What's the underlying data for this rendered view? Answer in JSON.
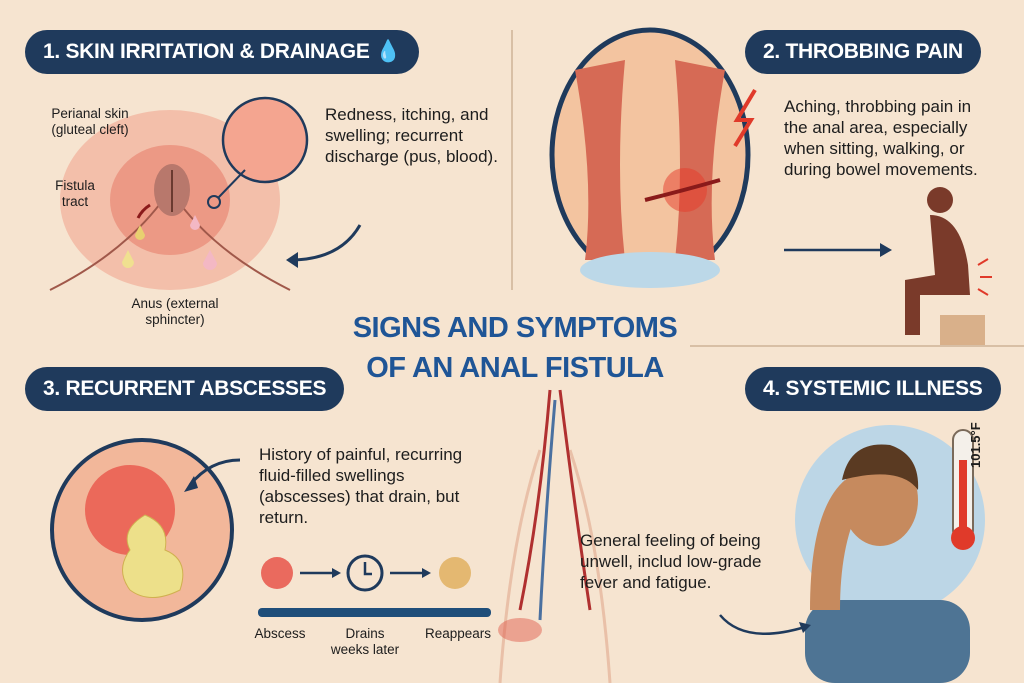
{
  "title": {
    "line1": "SIGNS AND SYMPTOMS",
    "line2": "OF AN ANAL FISTULA"
  },
  "sections": [
    {
      "banner": "1. SKIN IRRITATION & DRAINAGE",
      "icon": "droplets-icon",
      "description": "Redness, itching, and swelling; recurrent discharge (pus, blood).",
      "labels": {
        "perianal": "Perianal skin (gluteal cleft)",
        "fistula": "Fistula tract",
        "anus": "Anus (external sphincter)"
      }
    },
    {
      "banner": "2. THROBBING PAIN",
      "icon": "lightning-icon",
      "description": "Aching, throbbing pain in the anal area, especially when sitting, walking, or during bowel movements."
    },
    {
      "banner": "3. RECURRENT ABSCESSES",
      "description": "History of painful, recurring fluid-filled swellings (abscesses) that drain, but return.",
      "timeline": {
        "step1": "Abscess",
        "step2": "Drains weeks later",
        "step3": "Reappears"
      }
    },
    {
      "banner": "4. SYSTEMIC ILLNESS",
      "icon": "thermometer-icon",
      "description": "General feeling of being unwell, includ low-grade fever and fatigue.",
      "thermometer": "101.5°F"
    }
  ],
  "colors": {
    "background": "#f6e4d0",
    "banner": "#1f3a5c",
    "title": "#1f5596",
    "inflammation": "#e0453a",
    "pus": "#e8d98a"
  }
}
